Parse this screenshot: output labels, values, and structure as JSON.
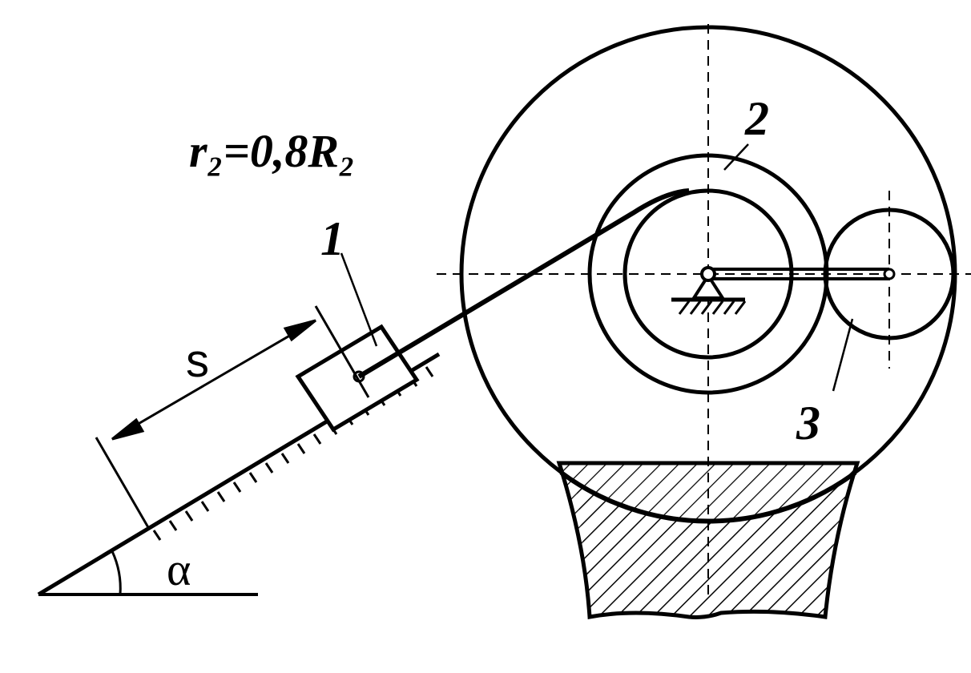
{
  "labels": {
    "formula": "r₂=0,8R₂",
    "body1": "1",
    "body2": "2",
    "body3": "3",
    "distance": "s",
    "angle": "α"
  },
  "colors": {
    "ink": "#000000",
    "background": "#ffffff"
  }
}
